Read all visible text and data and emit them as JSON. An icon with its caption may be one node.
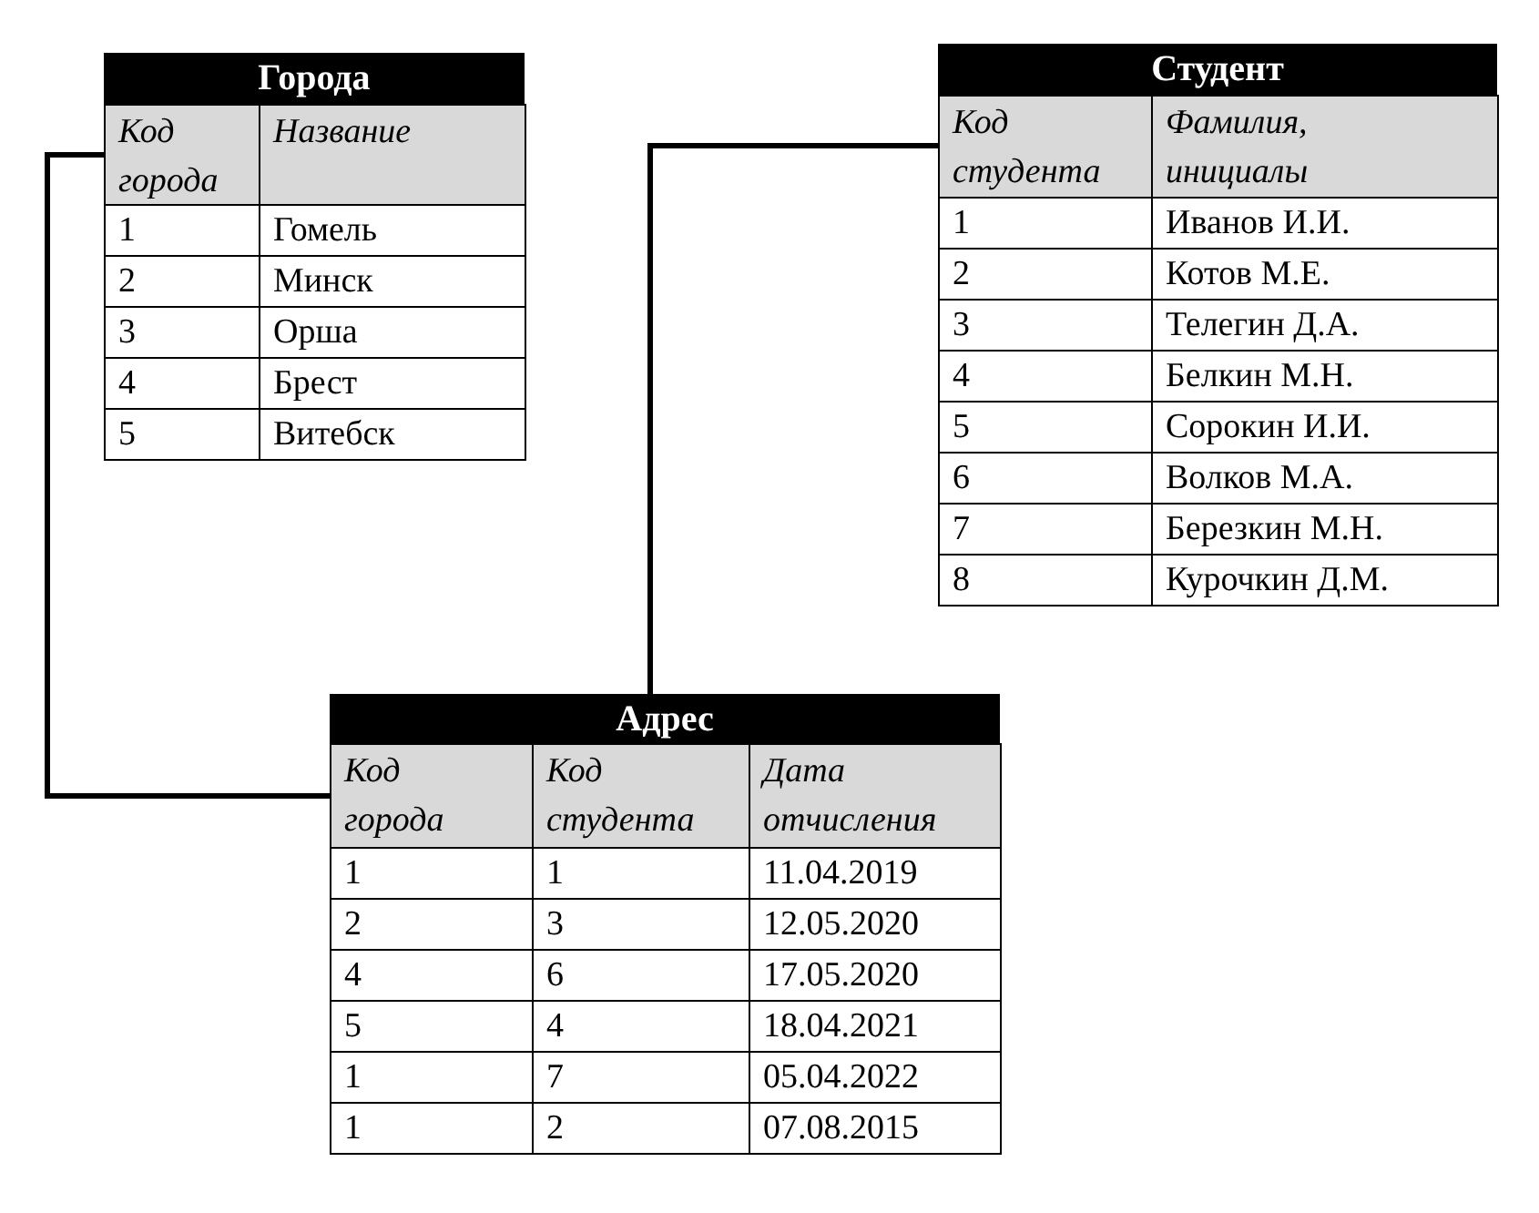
{
  "diagram": {
    "nodes": [
      {
        "text": [
          "Города",
          "Код города",
          "Название",
          "1",
          "Гомель",
          "2",
          "Минск",
          "3",
          "Орша",
          "4",
          "Брест",
          "5",
          "Витебск"
        ]
      },
      {
        "text": [
          "Студент",
          "Код студента",
          "Фамилия, инициалы",
          "1",
          "Иванов И.И.",
          "2",
          "Котов М.Е.",
          "3",
          "Телегин Д.А.",
          "4",
          "Белкин М.Н.",
          "5",
          "Сорокин И.И.",
          "6",
          "Волков М.А.",
          "7",
          "Березкин М.Н.",
          "8",
          "Курочкин Д.М."
        ]
      },
      {
        "text": [
          "Адрес",
          "Код города",
          "Код студента",
          "Дата отчисления",
          "1",
          "1",
          "11.04.2019",
          "2",
          "3",
          "12.05.2020",
          "4",
          "6",
          "17.05.2020",
          "5",
          "4",
          "18.04.2021",
          "1",
          "7",
          "05.04.2022",
          "1",
          "2",
          "07.08.2015"
        ]
      }
    ],
    "edges": [
      {
        "from": 0,
        "to": 2,
        "arrow": "none"
      },
      {
        "from": 1,
        "to": 2,
        "arrow": "none"
      }
    ]
  }
}
